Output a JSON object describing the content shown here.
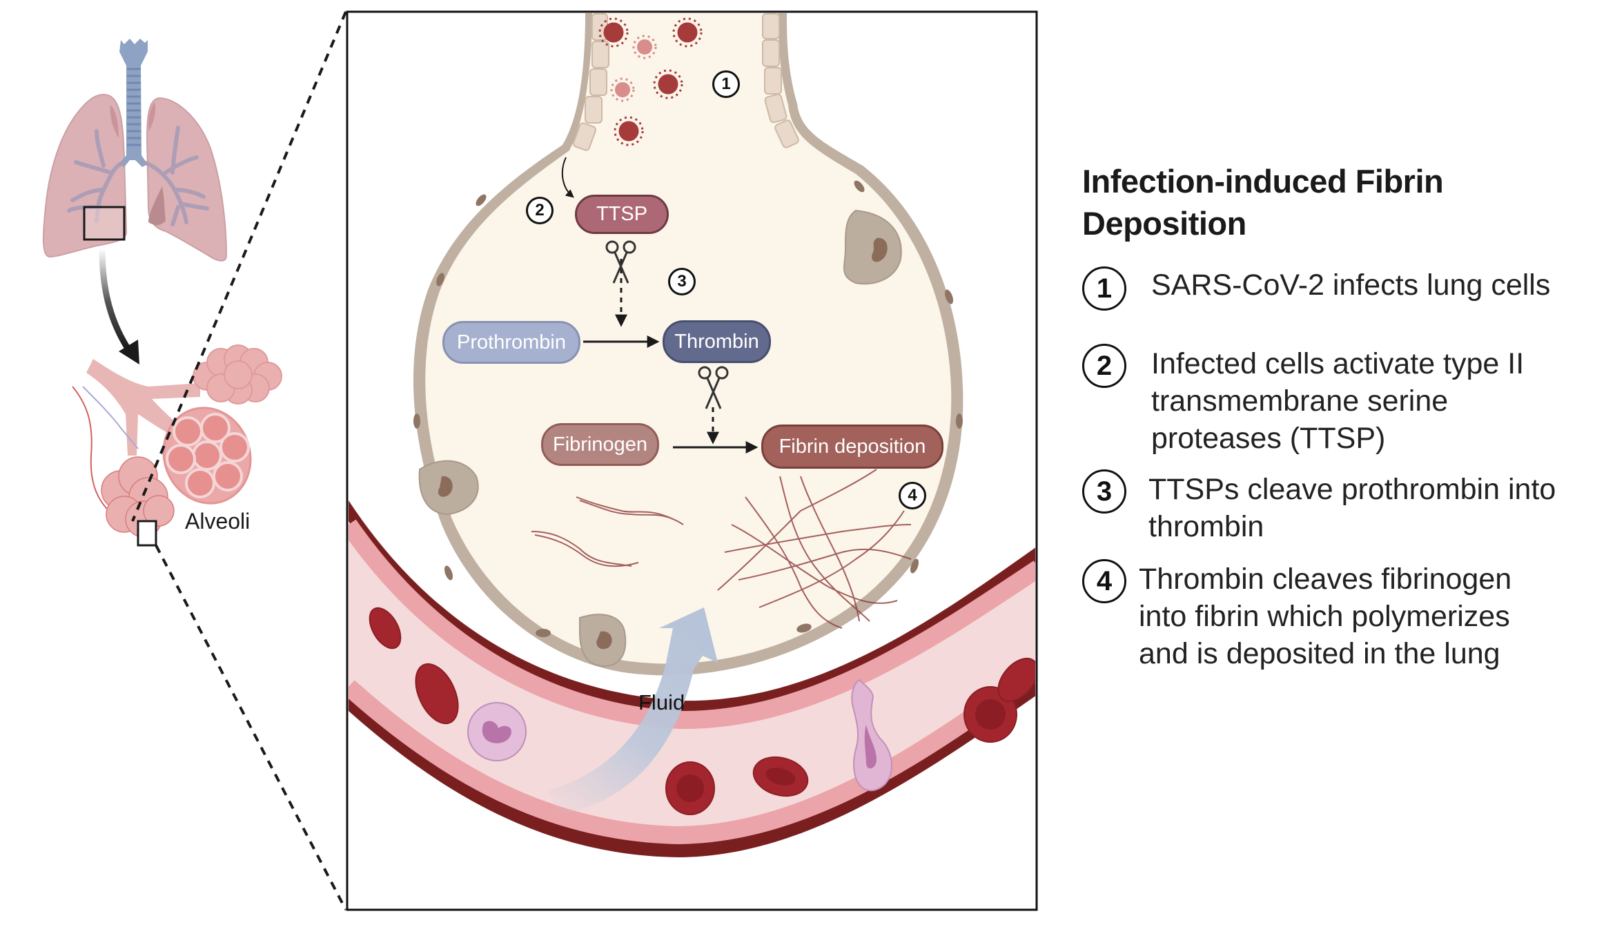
{
  "labels": {
    "alveoli": "Alveoli",
    "fluid": "Fluid"
  },
  "pathway": {
    "ttsp": "TTSP",
    "prothrombin": "Prothrombin",
    "thrombin": "Thrombin",
    "fibrinogen": "Fibrinogen",
    "fibrin_deposition": "Fibrin deposition"
  },
  "step_markers": [
    "1",
    "2",
    "3",
    "4"
  ],
  "panel": {
    "title": "Infection-induced Fibrin Deposition",
    "items": [
      {
        "num": "1",
        "text": "SARS-CoV-2 infects lung cells"
      },
      {
        "num": "2",
        "text": "Infected cells activate type II transmembrane serine proteases (TTSP)"
      },
      {
        "num": "3",
        "text": "TTSPs cleave prothrombin into thrombin"
      },
      {
        "num": "4",
        "text": "Thrombin cleaves fibrinogen into fibrin which polymerizes and is deposited in the lung"
      }
    ]
  },
  "colors": {
    "ttsp": "#ad6876",
    "prothrombin": "#a6b1cf",
    "thrombin": "#626b8e",
    "fibrinogen": "#b38581",
    "fibrin_deposition": "#a2625b",
    "alveolus_fill": "#fcf5e9",
    "vessel_wall": "#7a1f1f",
    "vessel_lumen": "#f6dcdc"
  }
}
